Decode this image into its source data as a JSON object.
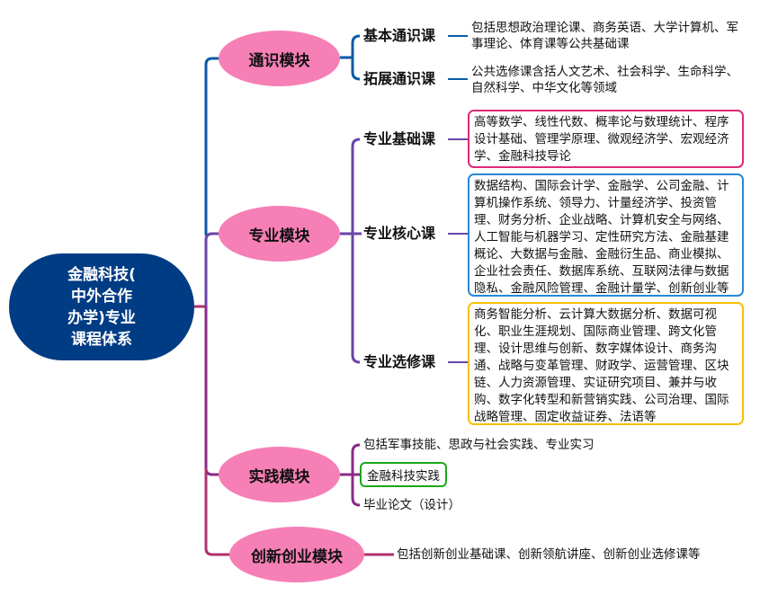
{
  "root": {
    "title_lines": [
      "金融科技(",
      "中外合作",
      "办学)专业",
      "课程体系"
    ]
  },
  "colors": {
    "root": "#003c84",
    "module": "#f67fb6",
    "general_line": "#0a5aa8",
    "major_line": "#6a44a8",
    "practice_line": "#8a2a86",
    "innovation_line": "#b0306e",
    "basic_box": "#e0287a",
    "core_box": "#2a88d8",
    "elective_box": "#f5c000",
    "practice_box": "#1aa81a"
  },
  "modules": {
    "general": {
      "label": "通识模块",
      "children": [
        {
          "label": "基本通识课",
          "desc": "包括思想政治理论课、商务英语、大学计算机、军事理论、体育课等公共基础课"
        },
        {
          "label": "拓展通识课",
          "desc": "公共选修课含括人文艺术、社会科学、生命科学、自然科学、中华文化等领域"
        }
      ]
    },
    "major": {
      "label": "专业模块",
      "children": [
        {
          "label": "专业基础课",
          "desc": "高等数学、线性代数、概率论与数理统计、程序设计基础、管理学原理、微观经济学、宏观经济学、金融科技导论"
        },
        {
          "label": "专业核心课",
          "desc": "数据结构、国际会计学、金融学、公司金融、计算机操作系统、领导力、计量经济学、投资管理、财务分析、企业战略、计算机安全与网络、人工智能与机器学习、定性研究方法、金融基建概论、大数据与金融、金融衍生品、商业模拟、企业社会责任、数据库系统、互联网法律与数据隐私、金融风险管理、金融计量学、创新创业等"
        },
        {
          "label": "专业选修课",
          "desc": "商务智能分析、云计算大数据分析、数据可视化、职业生涯规划、国际商业管理、跨文化管理、设计思维与创新、数字媒体设计、商务沟通、战略与变革管理、财政学、运营管理、区块链、人力资源管理、实证研究项目、兼并与收购、数字化转型和新营销实践、公司治理、国际战略管理、固定收益证券、法语等"
        }
      ]
    },
    "practice": {
      "label": "实践模块",
      "children": [
        "包括军事技能、思政与社会实践、专业实习",
        "金融科技实践",
        "毕业论文（设计）"
      ]
    },
    "innovation": {
      "label": "创新创业模块",
      "desc": "包括创新创业基础课、创新领航讲座、创新创业选修课等"
    }
  }
}
